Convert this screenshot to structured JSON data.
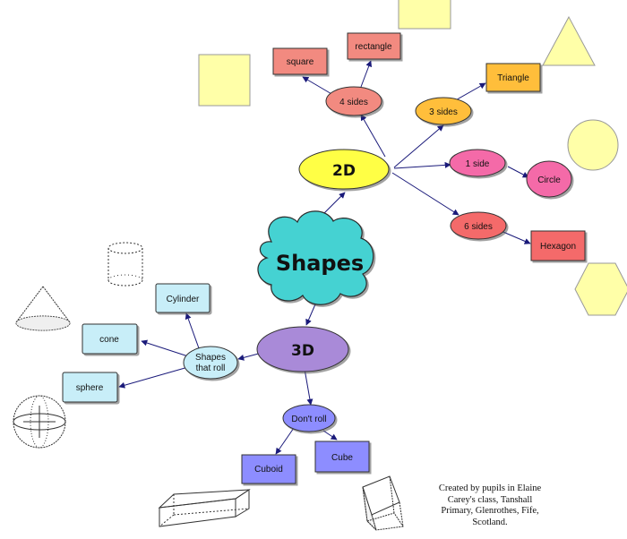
{
  "diagram": {
    "center": "Shapes",
    "branch_2d": {
      "label": "2D",
      "sub": {
        "four_sides": {
          "label": "4 sides",
          "children": [
            "square",
            "rectangle"
          ]
        },
        "three_sides": {
          "label": "3 sides",
          "children": [
            "Triangle"
          ]
        },
        "one_side": {
          "label": "1 side",
          "children": [
            "Circle"
          ]
        },
        "six_sides": {
          "label": "6 sides",
          "children": [
            "Hexagon"
          ]
        }
      }
    },
    "branch_3d": {
      "label": "3D",
      "roll": {
        "line1": "Shapes",
        "line2": "that roll",
        "children": [
          "Cylinder",
          "cone",
          "sphere"
        ]
      },
      "no_roll": {
        "label": "Don't roll",
        "children": [
          "Cuboid",
          "Cube"
        ]
      }
    }
  },
  "credit": {
    "line1": "Created by pupils in Elaine",
    "line2": "Carey's class, Tanshall",
    "line3": "Primary, Glenrothes, Fife,",
    "line4": "Scotland."
  },
  "colors": {
    "cloud": "#44d2d2",
    "ellipse_2d": "#ffff44",
    "ellipse_3d": "#a98ad8",
    "salmon": "#f28a80",
    "orange": "#ffbe3a",
    "pink": "#f46aa8",
    "coral": "#f46a6a",
    "light_blue": "#c8eef8",
    "periwinkle": "#8d8dff",
    "pale_yellow": "#ffffa8",
    "arrow": "#1a1a7a"
  }
}
